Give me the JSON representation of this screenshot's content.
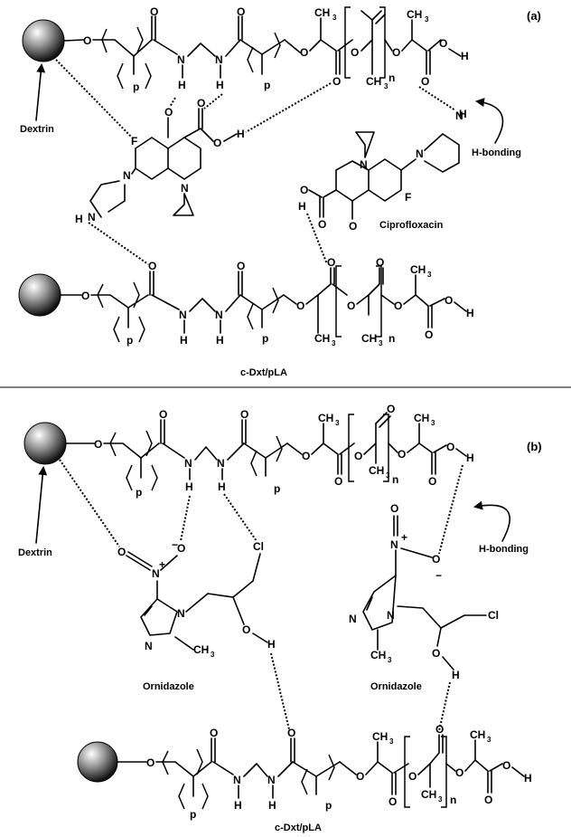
{
  "panels": {
    "a": {
      "tag": "(a)",
      "dextrin_label": "Dextrin",
      "hbond_label": "H-bonding",
      "drug_label": "Ciprofloxacin",
      "polymer_label": "c-Dxt/pLA"
    },
    "b": {
      "tag": "(b)",
      "dextrin_label": "Dextrin",
      "hbond_label": "H-bonding",
      "drug_label_left": "Ornidazole",
      "drug_label_right": "Ornidazole",
      "polymer_label": "c-Dxt/pLA"
    }
  },
  "atoms": {
    "O": "O",
    "N": "N",
    "H": "H",
    "F": "F",
    "Cl": "Cl",
    "CH": "CH",
    "three": "3",
    "p": "p",
    "n": "n",
    "plus": "+",
    "minus": "−"
  },
  "colors": {
    "ink": "#000000",
    "sphere_light": "#ffffff",
    "sphere_dark": "#1a1a1a"
  }
}
